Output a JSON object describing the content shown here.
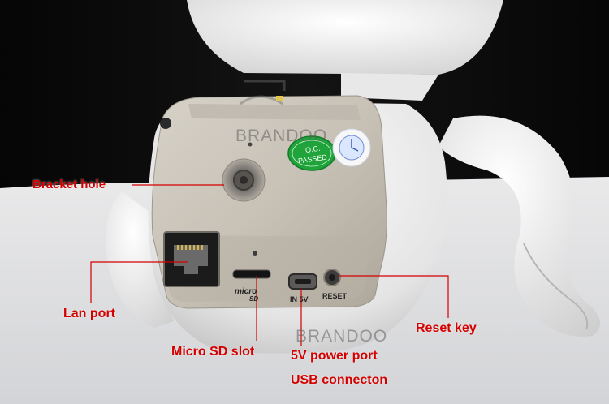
{
  "labels": {
    "bracket_hole": "Bracket hole",
    "lan_port": "Lan port",
    "micro_sd_slot": "Micro SD slot",
    "power_port": "5V power port",
    "usb": "USB connecton",
    "reset_key": "Reset key"
  },
  "watermark": "BRANDOO",
  "device_markings": {
    "qc_top": "Q.C.",
    "qc_bottom": "PASSED",
    "micro": "micro",
    "sd": "SD",
    "input": "IN 5V",
    "reset": "RESET"
  },
  "colors": {
    "label_red": "#d40000",
    "device_white": "#f1f1f1",
    "panel_silver": "#c9c4ba",
    "qc_green": "#1fa33a"
  }
}
